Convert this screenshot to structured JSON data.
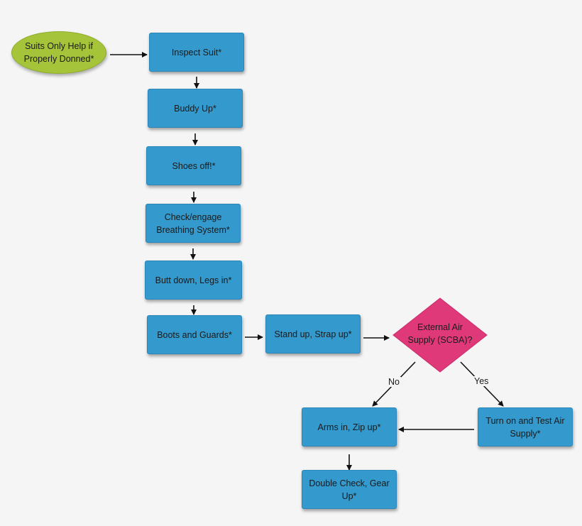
{
  "nodes": {
    "start": "Suits Only Help if Properly Donned*",
    "inspect_suit": "Inspect Suit*",
    "buddy_up": "Buddy Up*",
    "shoes_off": "Shoes off!*",
    "breathing": "Check/engage Breathing System*",
    "butt_down": "Butt down, Legs in*",
    "boots_guards": "Boots and Guards*",
    "stand_up": "Stand up, Strap up*",
    "decision": "External Air Supply (SCBA)?",
    "test_air": "Turn on and Test Air Supply*",
    "arms_in": "Arms in, Zip up*",
    "double_check": "Double Check, Gear Up*"
  },
  "edges": {
    "no_label": "No",
    "yes_label": "Yes"
  },
  "colors": {
    "process_box": "#3499cc",
    "start_oval": "#a6c43a",
    "decision_diamond": "#e0397a",
    "arrow": "#111111",
    "background": "#f5f5f5"
  }
}
